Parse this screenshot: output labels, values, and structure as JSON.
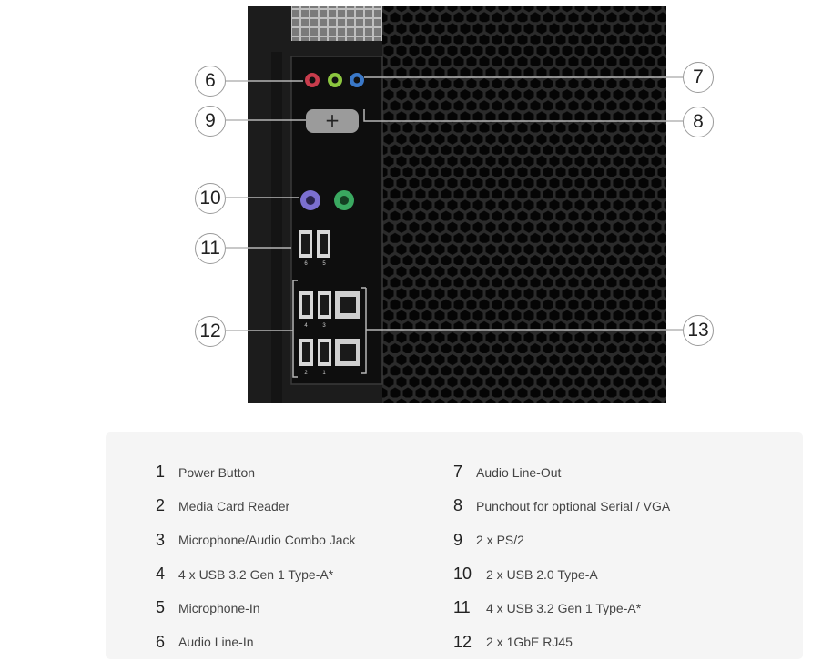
{
  "callouts": [
    "6",
    "7",
    "9",
    "8",
    "10",
    "11",
    "12",
    "13"
  ],
  "legend": {
    "left": [
      {
        "num": "1",
        "text": "Power Button"
      },
      {
        "num": "2",
        "text": "Media Card Reader"
      },
      {
        "num": "3",
        "text": "Microphone/Audio Combo Jack"
      },
      {
        "num": "4",
        "text": "4 x USB 3.2 Gen 1 Type-A*"
      },
      {
        "num": "5",
        "text": "Microphone-In"
      },
      {
        "num": "6",
        "text": "Audio Line-In"
      }
    ],
    "right": [
      {
        "num": "7",
        "text": "Audio Line-Out"
      },
      {
        "num": "8",
        "text": "Punchout for optional Serial / VGA"
      },
      {
        "num": "9",
        "text": "2 x PS/2"
      },
      {
        "num": "10",
        "text": "2 x USB 2.0 Type-A"
      },
      {
        "num": "11",
        "text": "4 x USB 3.2 Gen 1 Type-A*"
      },
      {
        "num": "12",
        "text": "2 x 1GbE RJ45"
      }
    ]
  },
  "port_labels": {
    "usb2": [
      "6",
      "5"
    ],
    "usb3_top": [
      "4",
      "3"
    ],
    "usb3_bottom": [
      "2",
      "1"
    ]
  },
  "colors": {
    "chassis": "#1c1c1c",
    "audio_line_in": "#c83c4c",
    "audio_line_out": "#8cc63f",
    "microphone": "#3a78c8",
    "ps2_keyboard": "#7b6fd0",
    "ps2_mouse": "#3aa860"
  }
}
